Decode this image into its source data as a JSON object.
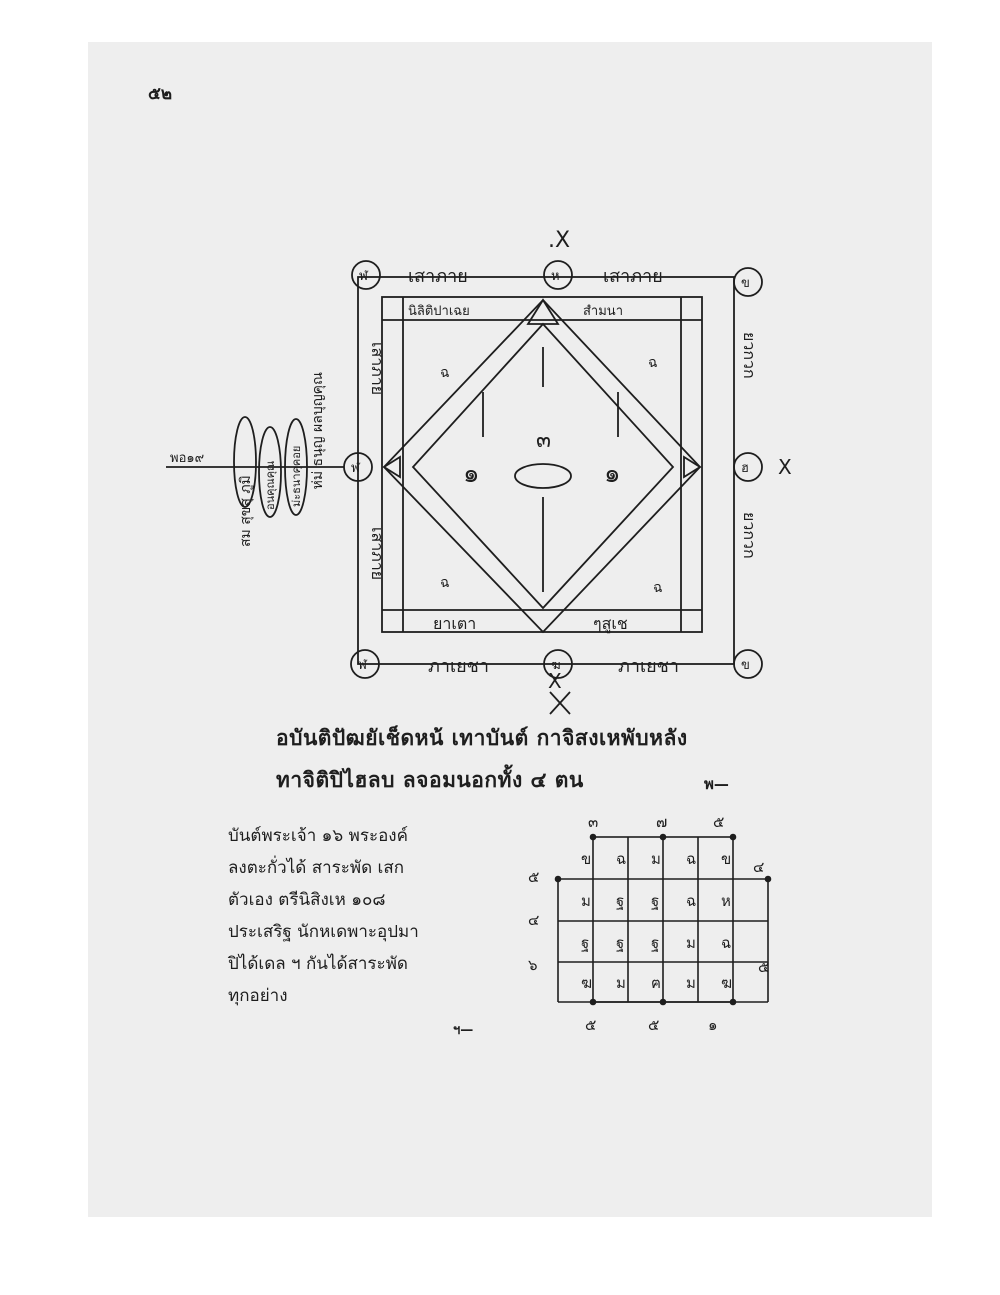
{
  "page_number": "๕๒",
  "yantra": {
    "top_mark": ".X",
    "bottom_mark": "X",
    "right_mark": "X",
    "top_left_text": "เสาภาย",
    "top_right_text": "เสาภาย",
    "bottom_left_text": "ภาเยชา",
    "bottom_right_text": "ภาเยชา",
    "inner_top_left": "นิลิติปาเฉย",
    "inner_top_right": "สำมนา",
    "inner_bottom_left": "ยาเตา",
    "inner_bottom_right": "ๆสูเช",
    "corner_tl": "ฬ",
    "corner_tr": "ข",
    "corner_bl": "ฬ",
    "corner_br": "ข",
    "mid_top": "ห",
    "mid_left": "ฬ",
    "mid_right": "ฮ",
    "mid_bottom": "ฆ",
    "left_outer_upper": "เสาภาย",
    "left_outer_lower": "เสาภาย",
    "right_outer_upper": "ยวกวก",
    "right_outer_lower": "ยวกวก",
    "left_extra_1": "ห่ม่ ธนุญ ผลบุญคุณ",
    "left_extra_2": "ม่ะธนาคุคอย",
    "left_extra_3": "อนคุณคุณ",
    "left_extra_4": "สม สุขสุ ภูมิ",
    "left_arrow_text": "พอ๑๙",
    "center_number": "๓",
    "left_number": "๑",
    "right_number": "๑",
    "small_letter": "ฉ"
  },
  "caption_line1": "อบันติปัฒยัเช็ดหน้ เทาบันต์ กาจิสงเหพับหลัง",
  "caption_line2": "ทาจิติปิไฮลบ ลจอมนอกทั้ง ๔ ตน",
  "caption_mark": "พ—",
  "lower_text_lines": [
    "บันต์พระเจ้า ๑๖ พระองค์",
    "ลงตะกั่วได้ สาระพัด เสก",
    "ตัวเอง ตรีนิสิงเห ๑๐๘",
    "ประเสริฐ นักหเดพาะอุปมา",
    "ปิได้เดล ฯ   กันได้สาระพัด",
    "ทุกอย่าง"
  ],
  "lower_mark": "ฯ—",
  "grid": {
    "top_labels": [
      "๓",
      "๗",
      "๕"
    ],
    "bottom_labels": [
      "๕",
      "๕",
      "๑"
    ],
    "left_labels": [
      "๕",
      "๔",
      "๖"
    ],
    "right_labels": [
      "๔",
      "๕"
    ],
    "cells": [
      [
        "ข",
        "ฉ",
        "ม",
        "ฉ",
        "ข"
      ],
      [
        "ม",
        "ฐ",
        "ฐ",
        "ฉ",
        "ห"
      ],
      [
        "ฐ",
        "ฐ",
        "ฐ",
        "ม",
        "ฉ"
      ],
      [
        "ฆ",
        "ม",
        "ฅ",
        "ม",
        "ฆ"
      ]
    ]
  }
}
